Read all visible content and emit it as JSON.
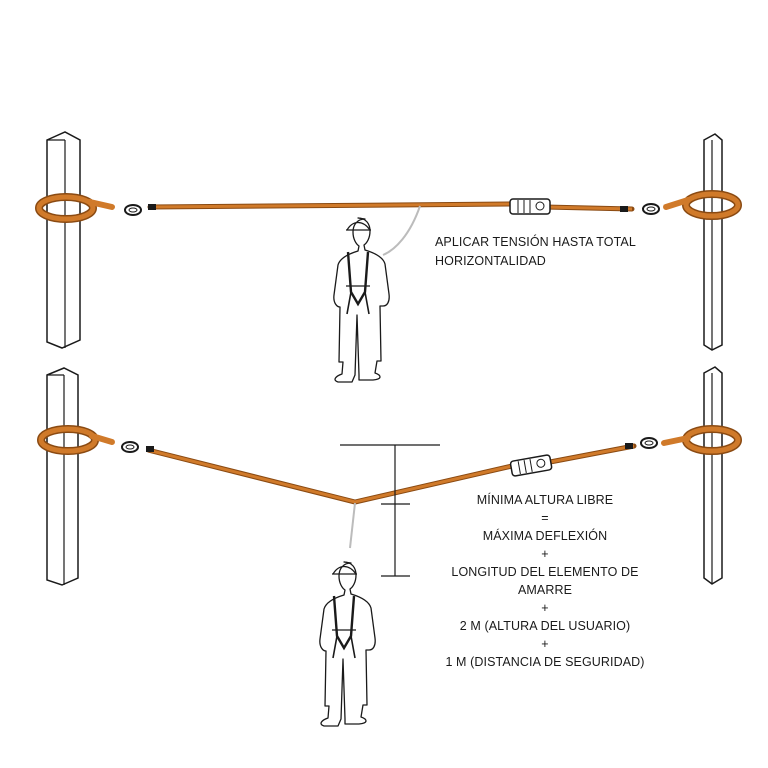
{
  "colors": {
    "strap": "#d07a2a",
    "strap_edge": "#8a4a12",
    "line": "#1a1a1a",
    "figure": "#ffffff"
  },
  "top_panel": {
    "instruction_lines": [
      "APLICAR TENSIÓN HASTA TOTAL",
      "HORIZONTALIDAD"
    ]
  },
  "bottom_panel": {
    "formula_lines": [
      "MÍNIMA ALTURA LIBRE",
      "=",
      "MÁXIMA DEFLEXIÓN",
      "+",
      "LONGITUD DEL ELEMENTO DE\nAMARRE",
      "+",
      "2 M (ALTURA DEL USUARIO)",
      "+",
      "1 M (DISTANCIA DE SEGURIDAD)"
    ]
  },
  "icons": [
    "post-icon",
    "anchor-sling-icon",
    "connector-icon",
    "ratchet-tensioner-icon",
    "worker-icon"
  ]
}
